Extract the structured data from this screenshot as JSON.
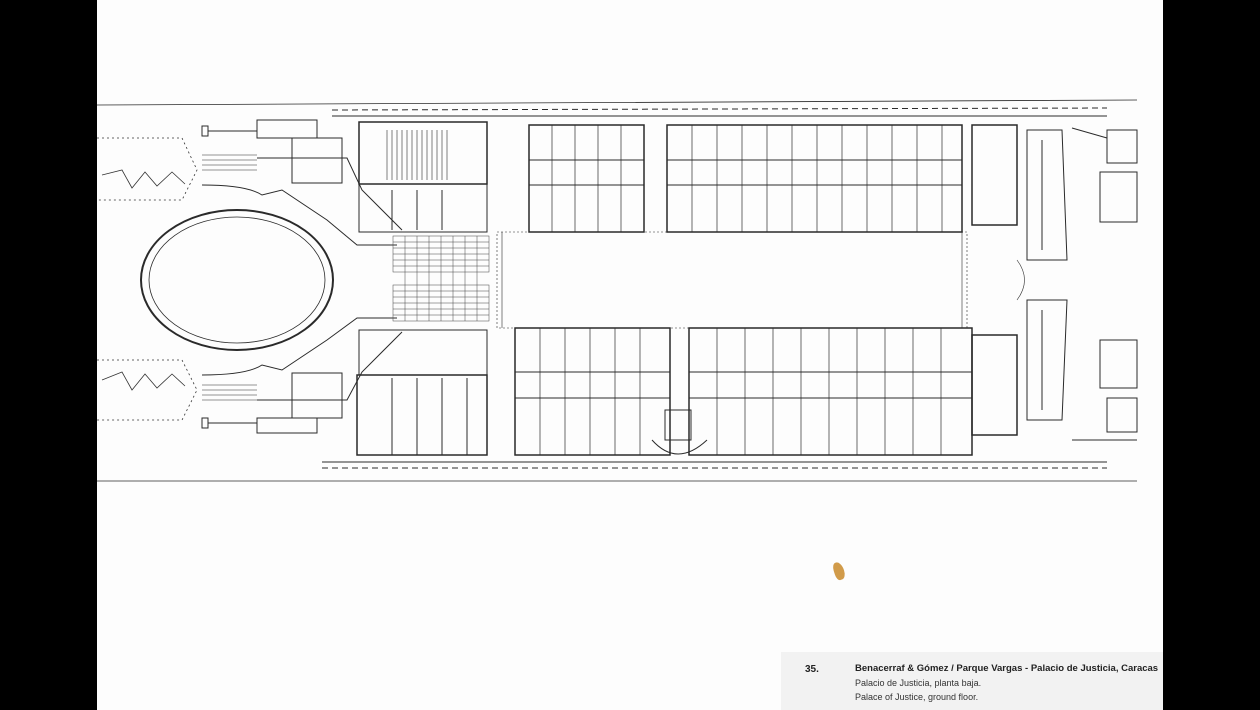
{
  "caption": {
    "number": "35.",
    "title": "Benacerraf & Gómez / Parque Vargas - Palacio de Justicia, Caracas",
    "subtitle_es": "Palacio de Justicia, planta baja.",
    "subtitle_en": "Palace of Justice, ground floor."
  },
  "colors": {
    "background_bars": "#000000",
    "paper": "#fdfdfd",
    "ink": "#2a2a2a",
    "caption_box": "#f2f2f2",
    "stain": "#c98a2a"
  }
}
